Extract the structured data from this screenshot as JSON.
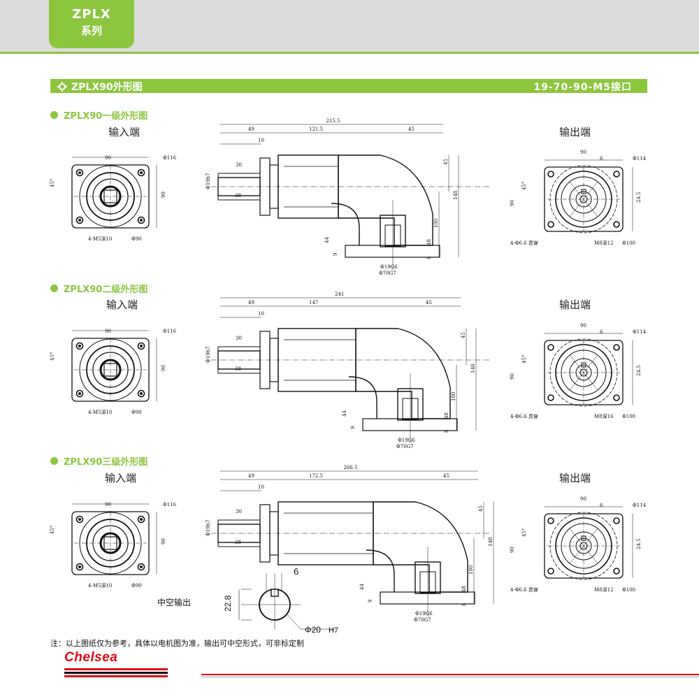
{
  "header": {
    "series_code": "ZPLX",
    "series_word": "系列"
  },
  "section": {
    "title": "ZPLX90外形图",
    "interface": "19-70-90-M5接口"
  },
  "stages": [
    {
      "title": "ZPLX90一级外形图",
      "input_label": "输入端",
      "output_label": "输出端",
      "dims": {
        "total": "215.5",
        "mid": "121.5",
        "left": "49",
        "right": "45",
        "d10": "10",
        "d30": "30",
        "d38": "38",
        "h45": "45",
        "h148": "148",
        "h100": "100",
        "h44": "44",
        "h9": "9",
        "h48": "48",
        "h8": "8",
        "phi19": "Φ19G6",
        "phi70": "Φ70G7",
        "in_90": "90",
        "in_116": "Φ116",
        "in_90b": "Φ90",
        "in_m5": "4-M5深10",
        "in_45": "45°",
        "out_90": "90",
        "out_6": "6",
        "out_114": "Φ114",
        "out_66": "4-Φ6.6 贯穿",
        "out_m8": "M8深12",
        "out_100": "Φ100",
        "out_245": "24.5",
        "out_45": "45°"
      }
    },
    {
      "title": "ZPLX90二级外形图",
      "input_label": "输入端",
      "output_label": "输出端",
      "dims": {
        "total": "241",
        "mid": "147",
        "left": "49",
        "right": "45",
        "d10": "10",
        "d30": "30",
        "d38": "38",
        "h45": "45",
        "h148": "148",
        "h100": "100",
        "h44": "44",
        "h9": "9",
        "h48": "48",
        "h8": "8",
        "phi19": "Φ19G6",
        "phi70": "Φ70G7",
        "in_90": "90",
        "in_116": "Φ116",
        "in_90b": "Φ90",
        "in_m5": "4-M5深10",
        "in_45": "45°",
        "out_90": "90",
        "out_6": "6",
        "out_114": "Φ114",
        "out_66": "4-Φ6.6 贯穿",
        "out_m8": "M8深16",
        "out_100": "Φ100",
        "out_245": "24.5",
        "out_45": "45°"
      }
    },
    {
      "title": "ZPLX90三级外形图",
      "input_label": "输入端",
      "output_label": "输出端",
      "dims": {
        "total": "266.5",
        "mid": "172.5",
        "left": "49",
        "right": "45",
        "d10": "10",
        "d30": "30",
        "d38": "38",
        "h45": "45",
        "h148": "148",
        "h100": "100",
        "h44": "44",
        "h9": "9",
        "h48": "48",
        "h8": "8",
        "phi19": "Φ19G6",
        "phi70": "Φ70G7",
        "in_90": "90",
        "in_116": "Φ116",
        "in_90b": "Φ90",
        "in_m5": "4-M5深10",
        "in_45": "45°",
        "out_90": "90",
        "out_6": "6",
        "out_114": "Φ114",
        "out_66": "4-Φ6.6 贯穿",
        "out_m8": "M8深12",
        "out_100": "Φ100",
        "out_245": "24.5",
        "out_45": "45°"
      }
    }
  ],
  "hollow": {
    "label": "中空输出",
    "width": "6",
    "height": "22.8",
    "dia": "Φ20",
    "fit": "H7"
  },
  "note": "注：以上图纸仅为参考，具体以电机图为准，输出可中空形式，可非标定制",
  "brand": {
    "name": "Chelsea",
    "colors": [
      "#e30613",
      "#111111",
      "#e30613"
    ]
  },
  "colors": {
    "accent": "#8cc63f",
    "header_bg": "#dcdcdc"
  }
}
